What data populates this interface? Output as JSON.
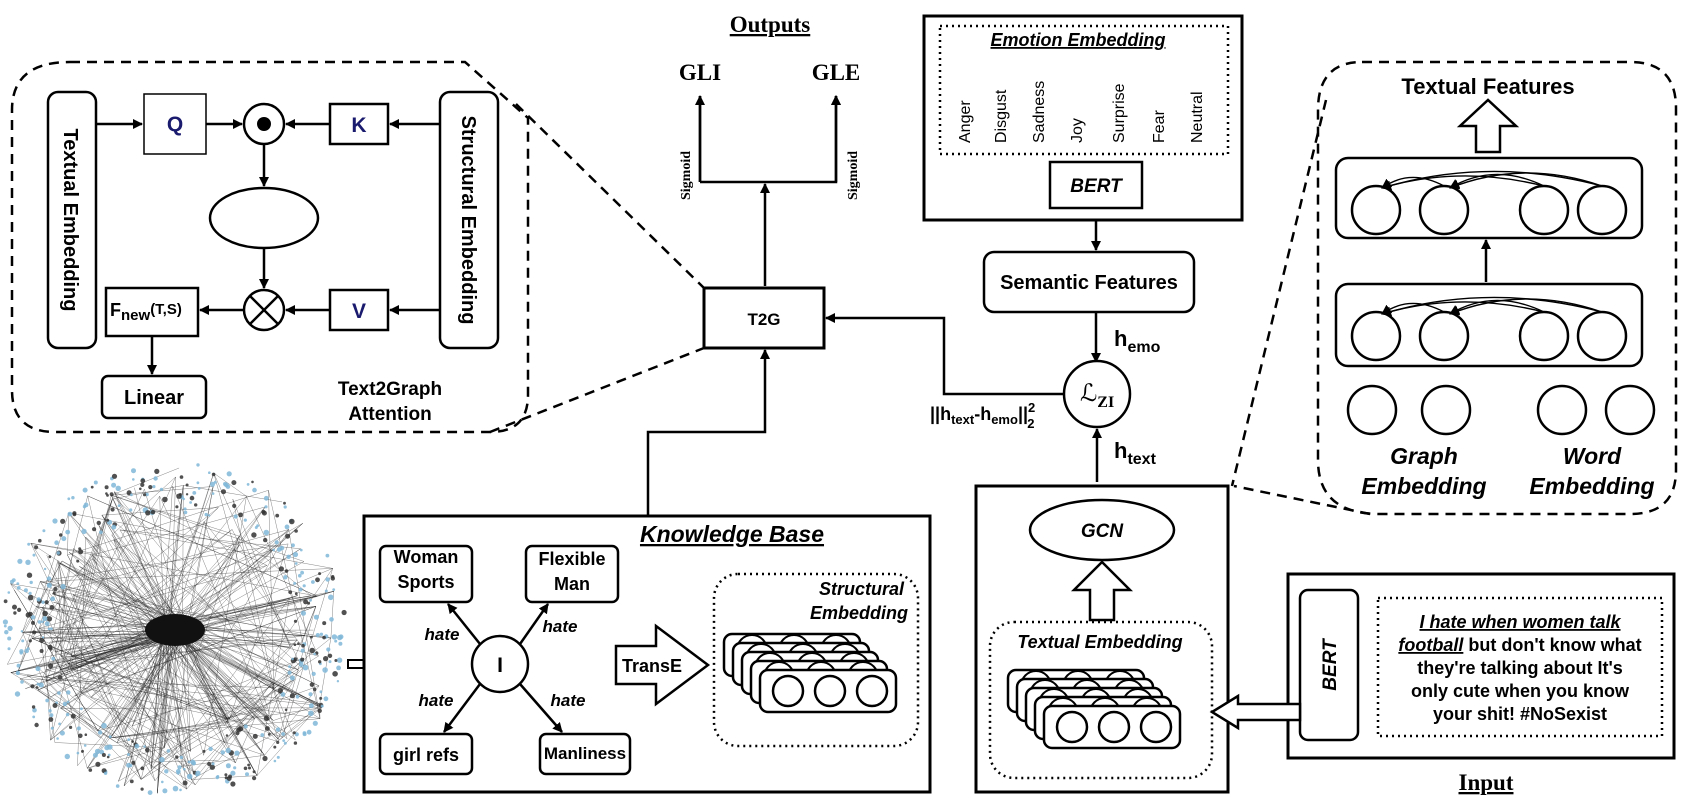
{
  "outputs": {
    "title": "Outputs",
    "gli": "GLI",
    "gle": "GLE",
    "sigmoid_left": "Sigmoid",
    "sigmoid_right": "Sigmoid"
  },
  "t2g": {
    "label": "T2G"
  },
  "attention": {
    "textual_embedding": "Textual Embedding",
    "structural_embedding": "Structural Embedding",
    "q": "Q",
    "k": "K",
    "v": "V",
    "fnew_main": "F",
    "fnew_sub": "new",
    "fnew_args": "(T,S)",
    "linear": "Linear",
    "caption_line1": "Text2Graph",
    "caption_line2": "Attention"
  },
  "emotion": {
    "title": "Emotion Embedding",
    "labels": [
      "Anger",
      "Disgust",
      "Sadness",
      "Joy",
      "Surprise",
      "Fear",
      "Neutral"
    ],
    "bert": "BERT"
  },
  "semantic": {
    "label": "Semantic Features"
  },
  "loss": {
    "symbol": "ℒ",
    "sub": "ZI",
    "h_emo_main": "h",
    "h_emo_sub": "emo",
    "h_text_main": "h",
    "h_text_sub": "text",
    "norm_open": "||h",
    "norm_sub1": "text",
    "norm_mid": "-h",
    "norm_sub2": "emo",
    "norm_close": "||",
    "norm_sup": "2",
    "norm_sub3": "2"
  },
  "textual_features": {
    "title": "Textual Features",
    "graph_label_1": "Graph",
    "graph_label_2": "Embedding",
    "word_label_1": "Word",
    "word_label_2": "Embedding"
  },
  "knowledge_base": {
    "title": "Knowledge Base",
    "center": "I",
    "nodes": [
      {
        "line1": "Woman",
        "line2": "Sports"
      },
      {
        "line1": "Flexible",
        "line2": "Man"
      },
      {
        "line1": "girl refs",
        "line2": ""
      },
      {
        "line1": "Manliness",
        "line2": ""
      }
    ],
    "edge_label": "hate",
    "transe": "TransE",
    "structural_1": "Structural",
    "structural_2": "Embedding"
  },
  "gcn": {
    "label": "GCN",
    "textual_embedding": "Textual Embedding"
  },
  "input": {
    "title": "Input",
    "bert": "BERT",
    "text_lines": [
      {
        "u": "I hate when women talk",
        "r": ""
      },
      {
        "u": "football",
        "r": " but don't know what"
      },
      {
        "u": "",
        "r": "they're talking about It's"
      },
      {
        "u": "",
        "r": "only cute when you know"
      },
      {
        "u": "",
        "r": "your shit! #NoSexist"
      }
    ]
  },
  "colors": {
    "accent_text": "#1a1a6e",
    "network_node": "#7fb7d8",
    "stroke": "#000000"
  }
}
